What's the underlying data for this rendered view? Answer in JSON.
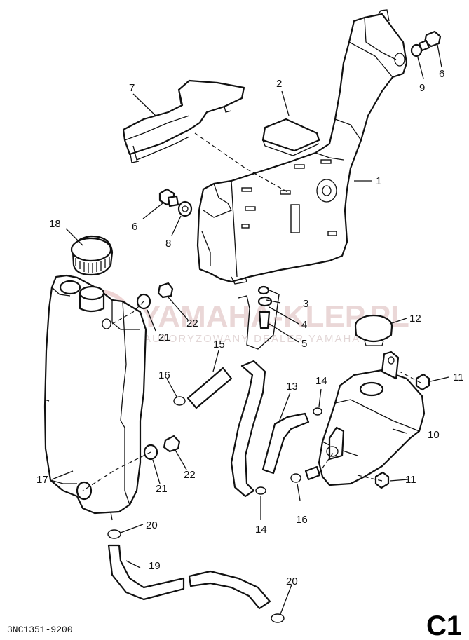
{
  "watermark": {
    "text": "YAMAHA-KLEP.PL",
    "subtext": "AUTORYZOWANY DEALER YAMAHA"
  },
  "diagram_code": "3NC1351-9200",
  "page_label": "C1",
  "part_labels": {
    "p1": "1",
    "p2": "2",
    "p3": "3",
    "p4": "4",
    "p5": "5",
    "p6a": "6",
    "p6b": "6",
    "p7": "7",
    "p8": "8",
    "p9": "9",
    "p10": "10",
    "p11a": "11",
    "p11b": "11",
    "p12": "12",
    "p13": "13",
    "p14a": "14",
    "p14b": "14",
    "p15": "15",
    "p16a": "16",
    "p16b": "16",
    "p17": "17",
    "p18": "18",
    "p19": "19",
    "p20a": "20",
    "p20b": "20",
    "p21a": "21",
    "p21b": "21",
    "p22a": "22",
    "p22b": "22"
  }
}
